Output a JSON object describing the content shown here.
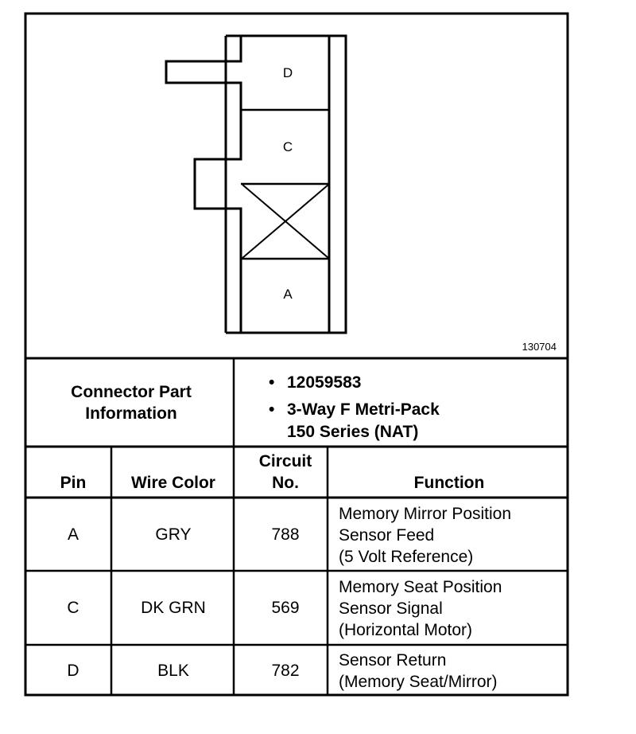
{
  "diagram": {
    "cavities": [
      {
        "label": "D"
      },
      {
        "label": "C"
      },
      {
        "label": "",
        "blocked": true
      },
      {
        "label": "A"
      }
    ],
    "figure_number": "130704"
  },
  "connector_info": {
    "heading_line1": "Connector Part",
    "heading_line2": "Information",
    "part_number": "12059583",
    "description_line1": "3-Way F Metri-Pack",
    "description_line2": "150 Series (NAT)",
    "bullet": "•"
  },
  "table": {
    "headers": {
      "pin": "Pin",
      "wire_color": "Wire Color",
      "circuit_line1": "Circuit",
      "circuit_line2": "No.",
      "function": "Function"
    },
    "rows": [
      {
        "pin": "A",
        "wire_color": "GRY",
        "circuit": "788",
        "function": [
          "Memory Mirror Position",
          "Sensor Feed",
          "(5 Volt Reference)"
        ]
      },
      {
        "pin": "C",
        "wire_color": "DK GRN",
        "circuit": "569",
        "function": [
          "Memory Seat Position",
          "Sensor Signal",
          "(Horizontal Motor)"
        ]
      },
      {
        "pin": "D",
        "wire_color": "BLK",
        "circuit": "782",
        "function": [
          "Sensor Return",
          "(Memory Seat/Mirror)"
        ]
      }
    ]
  }
}
